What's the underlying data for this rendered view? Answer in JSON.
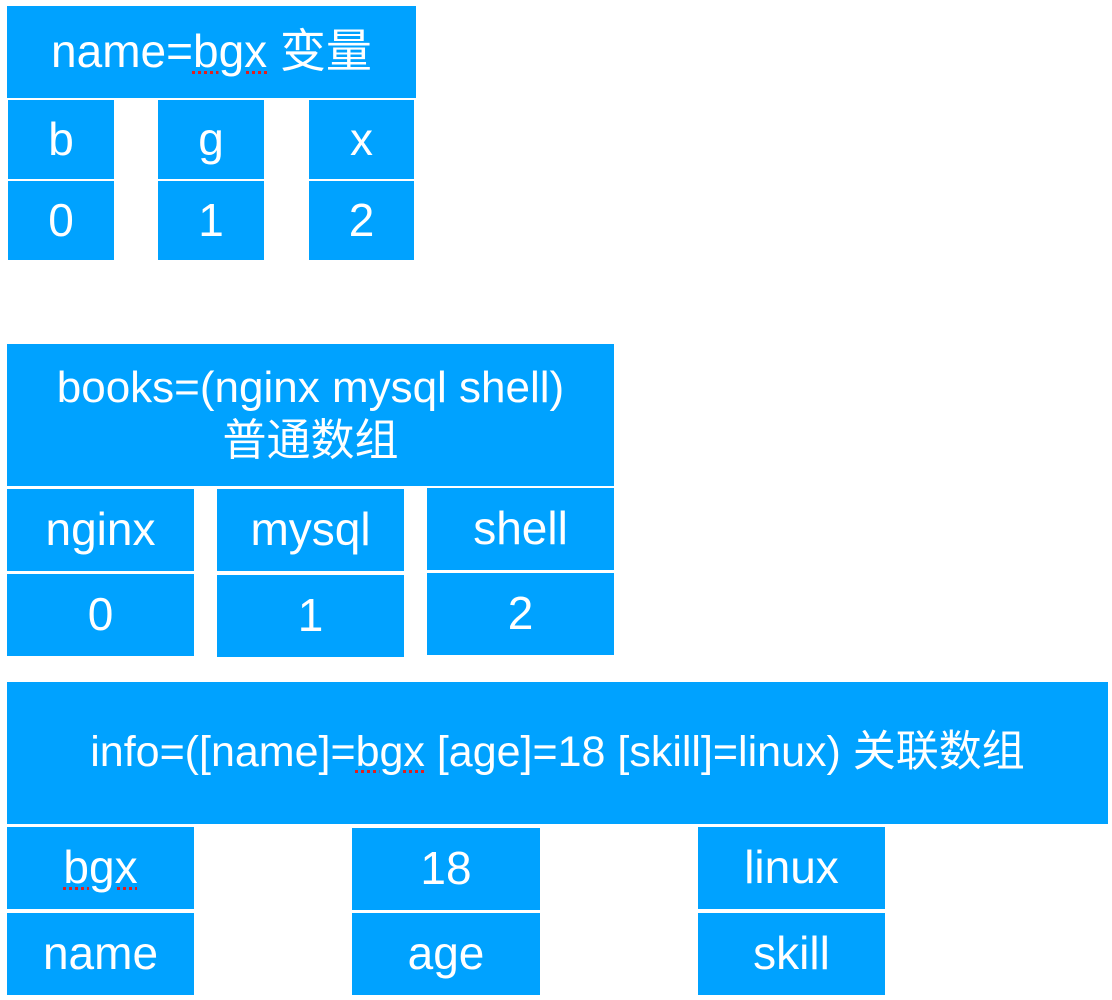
{
  "colors": {
    "box_fill": "#00A2FF",
    "text": "#FFFFFF",
    "spellcheck_underline": "#E0201F"
  },
  "variable": {
    "header_prefix": "name=",
    "header_value": "bgx",
    "header_suffix": " 变量",
    "chars": [
      "b",
      "g",
      "x"
    ],
    "indexes": [
      "0",
      "1",
      "2"
    ]
  },
  "indexed_array": {
    "header_line1": "books=(nginx mysql shell)",
    "header_line2": "普通数组",
    "values": [
      "nginx",
      "mysql",
      "shell"
    ],
    "indexes": [
      "0",
      "1",
      "2"
    ]
  },
  "assoc_array": {
    "header_prefix": "info=([name]=",
    "header_value": "bgx",
    "header_suffix": " [age]=18 [skill]=linux) 关联数组",
    "values": [
      "bgx",
      "18",
      "linux"
    ],
    "keys": [
      "name",
      "age",
      "skill"
    ]
  }
}
